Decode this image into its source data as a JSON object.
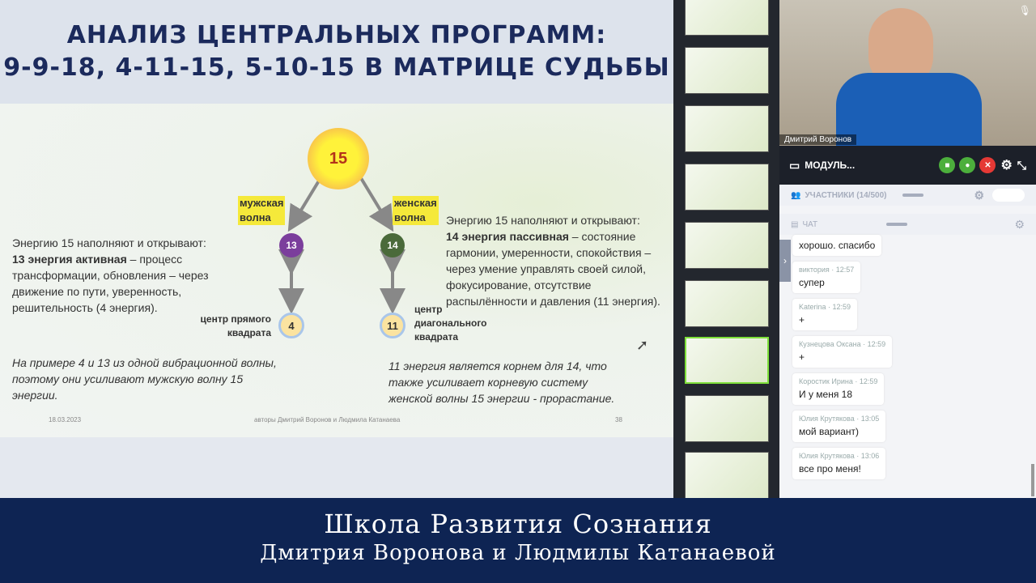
{
  "slide_title": {
    "line1": "Анализ центральных программ:",
    "line2": "9-9-18, 4-11-15, 5-10-15 в матрице судьбы"
  },
  "slide": {
    "center_number": "15",
    "male_wave": [
      "мужская",
      "волна"
    ],
    "female_wave": [
      "женская",
      "волна"
    ],
    "n13": "13",
    "n14": "14",
    "n4": "4",
    "n11": "11",
    "left_text": {
      "intro": "Энергию 15 наполняют и открывают:",
      "bold": "13 энергия активная",
      "rest": " – процесс трансформации, обновления – через движение по пути, уверенность, решительность (4 энергия)."
    },
    "right_text": {
      "intro": "Энергию 15 наполняют и открывают:",
      "bold": "14 энергия пассивная",
      "rest": " – состояние гармонии, умеренности, спокойствия – через умение управлять своей силой, фокусирование, отсутствие распылённости и давления (11 энергия)."
    },
    "label_4": [
      "центр прямого",
      "квадрата"
    ],
    "label_11": [
      "центр",
      "диагонального",
      "квадрата"
    ],
    "note_left": "На примере 4 и 13 из одной вибрационной волны, поэтому они усиливают мужскую волну 15 энергии.",
    "note_right": "11 энергия является корнем для 14, что также усиливает корневую систему женской волны 15 энергии - прорастание.",
    "date": "18.03.2023",
    "authors": "авторы Дмитрий Воронов и Людмила Катанаева",
    "page": "38"
  },
  "video": {
    "speaker": "Дмитрий Воронов"
  },
  "toolbar": {
    "title": "МОДУЛЬ..."
  },
  "participants": {
    "label": "УЧАСТНИКИ (14/500)"
  },
  "chat": {
    "label": "ЧАТ",
    "messages": [
      {
        "author": "",
        "time": "",
        "text": "хорошо. спасибо"
      },
      {
        "author": "виктория",
        "time": "12:57",
        "text": "супер"
      },
      {
        "author": "Katerina",
        "time": "12:59",
        "text": "+"
      },
      {
        "author": "Кузнецова Оксана",
        "time": "12:59",
        "text": "+"
      },
      {
        "author": "Коростик Ирина",
        "time": "12:59",
        "text": "И у меня 18"
      },
      {
        "author": "Юлия Крутякова",
        "time": "13:05",
        "text": "мой вариант)"
      },
      {
        "author": "Юлия Крутякова",
        "time": "13:06",
        "text": "все про меня!"
      }
    ]
  },
  "banner": {
    "line1": "Школа Развития Сознания",
    "line2": "Дмитрия Воронова и Людмилы Катанаевой"
  }
}
